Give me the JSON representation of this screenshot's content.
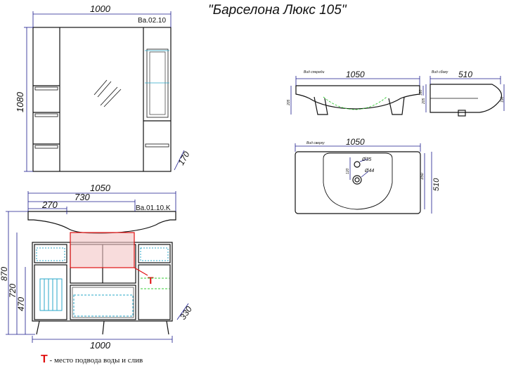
{
  "title": "\"Барселона Люкс 105\"",
  "mirror_cabinet": {
    "width": "1000",
    "height": "1080",
    "depth": "170",
    "code": "Ba.02.10"
  },
  "vanity": {
    "top_width": "1050",
    "dim_730": "730",
    "dim_270": "270",
    "code": "Ba.01.10.K",
    "height_870": "870",
    "height_720": "720",
    "height_470": "470",
    "depth": "330",
    "bottom_width": "1000"
  },
  "sink_front": {
    "label": "Вид спереди",
    "width": "1050",
    "height": "205",
    "inner": "160"
  },
  "sink_side": {
    "label": "Вид сбоку",
    "depth": "510",
    "height": "205",
    "inner": "190"
  },
  "sink_top": {
    "label": "Вид сверху",
    "width": "1050",
    "depth": "510",
    "inner": "350",
    "hole1": "Ø35",
    "hole2": "Ø44",
    "offset": "120"
  },
  "legend": {
    "mark": "Т",
    "text": " - место подвода воды и слив"
  },
  "colors": {
    "line": "#111111",
    "dim": "#1a1a8c",
    "red": "#e01010",
    "green": "#33cc33",
    "cyan": "#2aa7c9",
    "pink": "#f4c4c4"
  }
}
